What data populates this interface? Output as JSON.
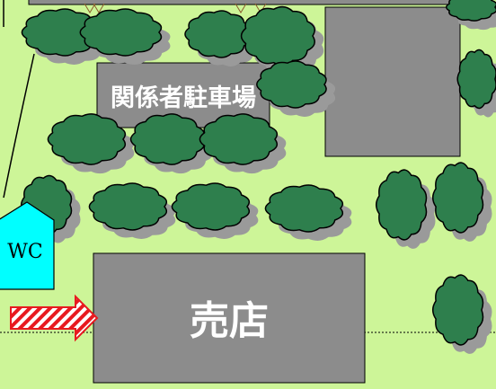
{
  "labels": {
    "staff_parking": "関係者駐車場",
    "shop": "売店",
    "wc": "WC"
  },
  "colors": {
    "grass": "#cdf598",
    "building": "#8c8c8c",
    "tree": "#2e7f4d",
    "tree_shadow": "#9a9a9a",
    "wc": "#00ffff",
    "arrow_stripe": "#e8191f",
    "trunk": "#8b5a2b"
  },
  "icons": [
    "tree-icon",
    "wc-building-icon",
    "entrance-arrow-icon"
  ]
}
